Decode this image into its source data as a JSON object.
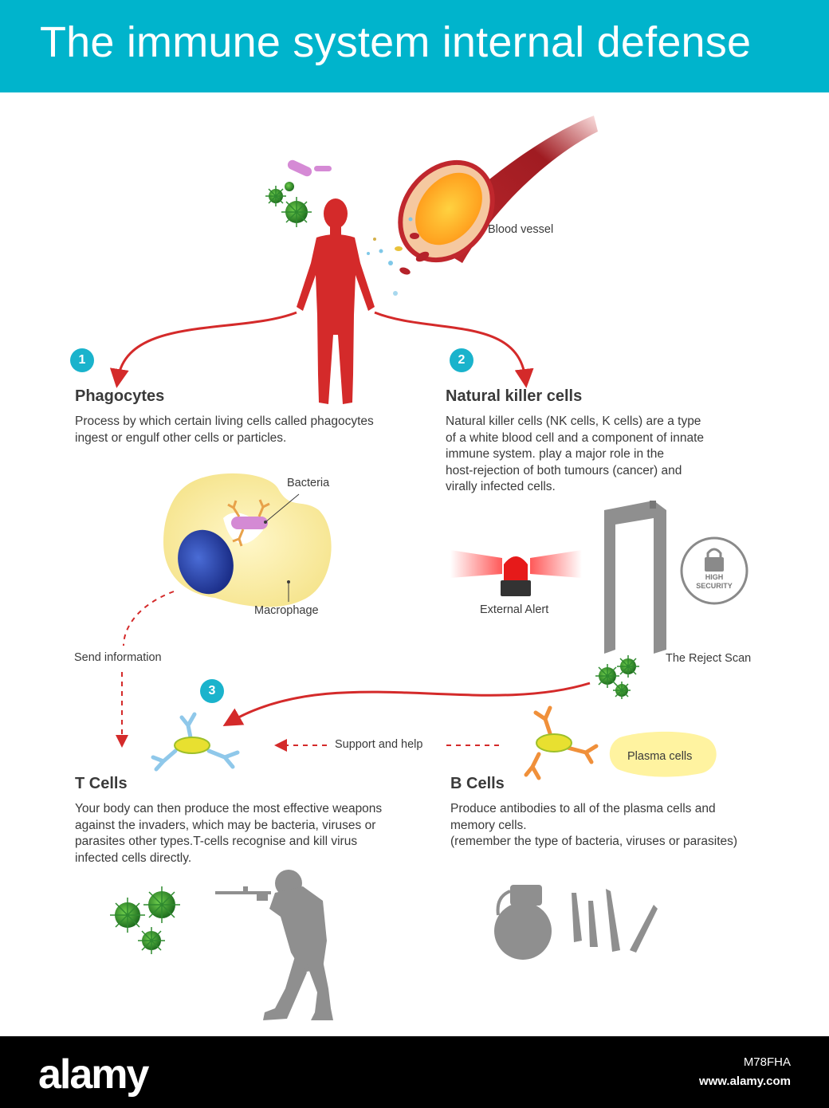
{
  "title": "The immune system internal defense",
  "labels": {
    "blood_vessel": "Blood vessel",
    "bacteria": "Bacteria",
    "macrophage": "Macrophage",
    "external_alert": "External Alert",
    "reject_scan": "The Reject Scan",
    "send_information": "Send information",
    "support_and_help": "Support and help",
    "plasma_cells": "Plasma cells",
    "high_security": [
      "HIGH",
      "SECURITY"
    ]
  },
  "sections": [
    {
      "number": "1",
      "heading": "Phagocytes",
      "lines": [
        "Process by which certain living cells called phagocytes",
        "ingest or engulf other cells or particles."
      ]
    },
    {
      "number": "2",
      "heading": "Natural killer cells",
      "lines": [
        "Natural killer cells (NK cells, K cells) are a type",
        "of a white blood cell and a component of innate",
        "immune system. play a major role in the",
        "host-rejection of both tumours (cancer) and",
        "virally infected cells."
      ]
    },
    {
      "number": "3",
      "heading": "T Cells",
      "lines": [
        "Your body can then produce the most effective weapons",
        "against the invaders, which may be bacteria, viruses or",
        "parasites other types.T-cells recognise and kill virus",
        "infected cells directly."
      ]
    },
    {
      "number": "",
      "heading": "B Cells",
      "lines": [
        "Produce antibodies to all of the plasma cells and",
        "memory cells.",
        "(remember the type of  bacteria, viruses or parasites)"
      ]
    }
  ],
  "footer": {
    "brand": "alamy",
    "image_id": "M78FHA",
    "url": "www.alamy.com"
  },
  "colors": {
    "header": "#00b4cc",
    "arrow": "#d42a2a",
    "body": "#d42a2a",
    "badge": "#1ab3cc",
    "silhouette": "#8f8f8f",
    "virus": "#2f8a2f"
  }
}
